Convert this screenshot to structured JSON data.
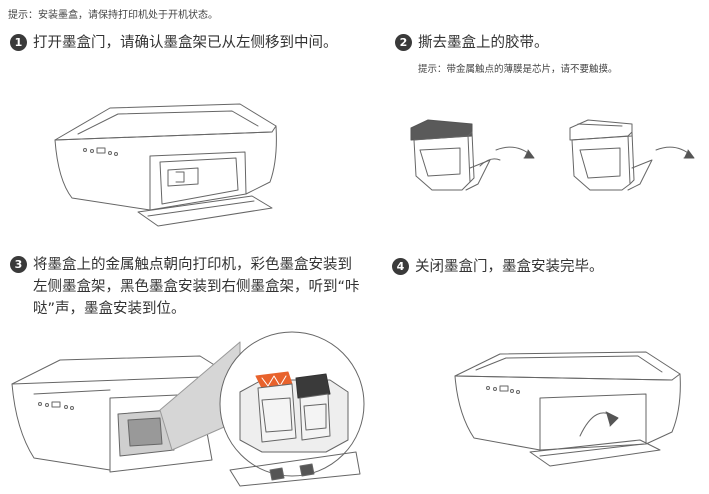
{
  "top_tip": "提示：安装墨盒，请保持打印机处于开机状态。",
  "steps": [
    {
      "number": "1",
      "text": "打开墨盒门，请确认墨盒架已从左侧移到中间。"
    },
    {
      "number": "2",
      "text": "撕去墨盒上的胶带。",
      "tip": "提示：带金属触点的薄膜是芯片，请不要触摸。"
    },
    {
      "number": "3",
      "text": "将墨盒上的金属触点朝向打印机，彩色墨盒安装到左侧墨盒架，黑色墨盒安装到右侧墨盒架，听到“咔哒”声，墨盒安装到位。"
    },
    {
      "number": "4",
      "text": "关闭墨盒门，墨盒安装完毕。"
    }
  ],
  "colors": {
    "accent_orange": "#e8622c",
    "step_badge": "#3a3a3a",
    "line": "#666666"
  }
}
